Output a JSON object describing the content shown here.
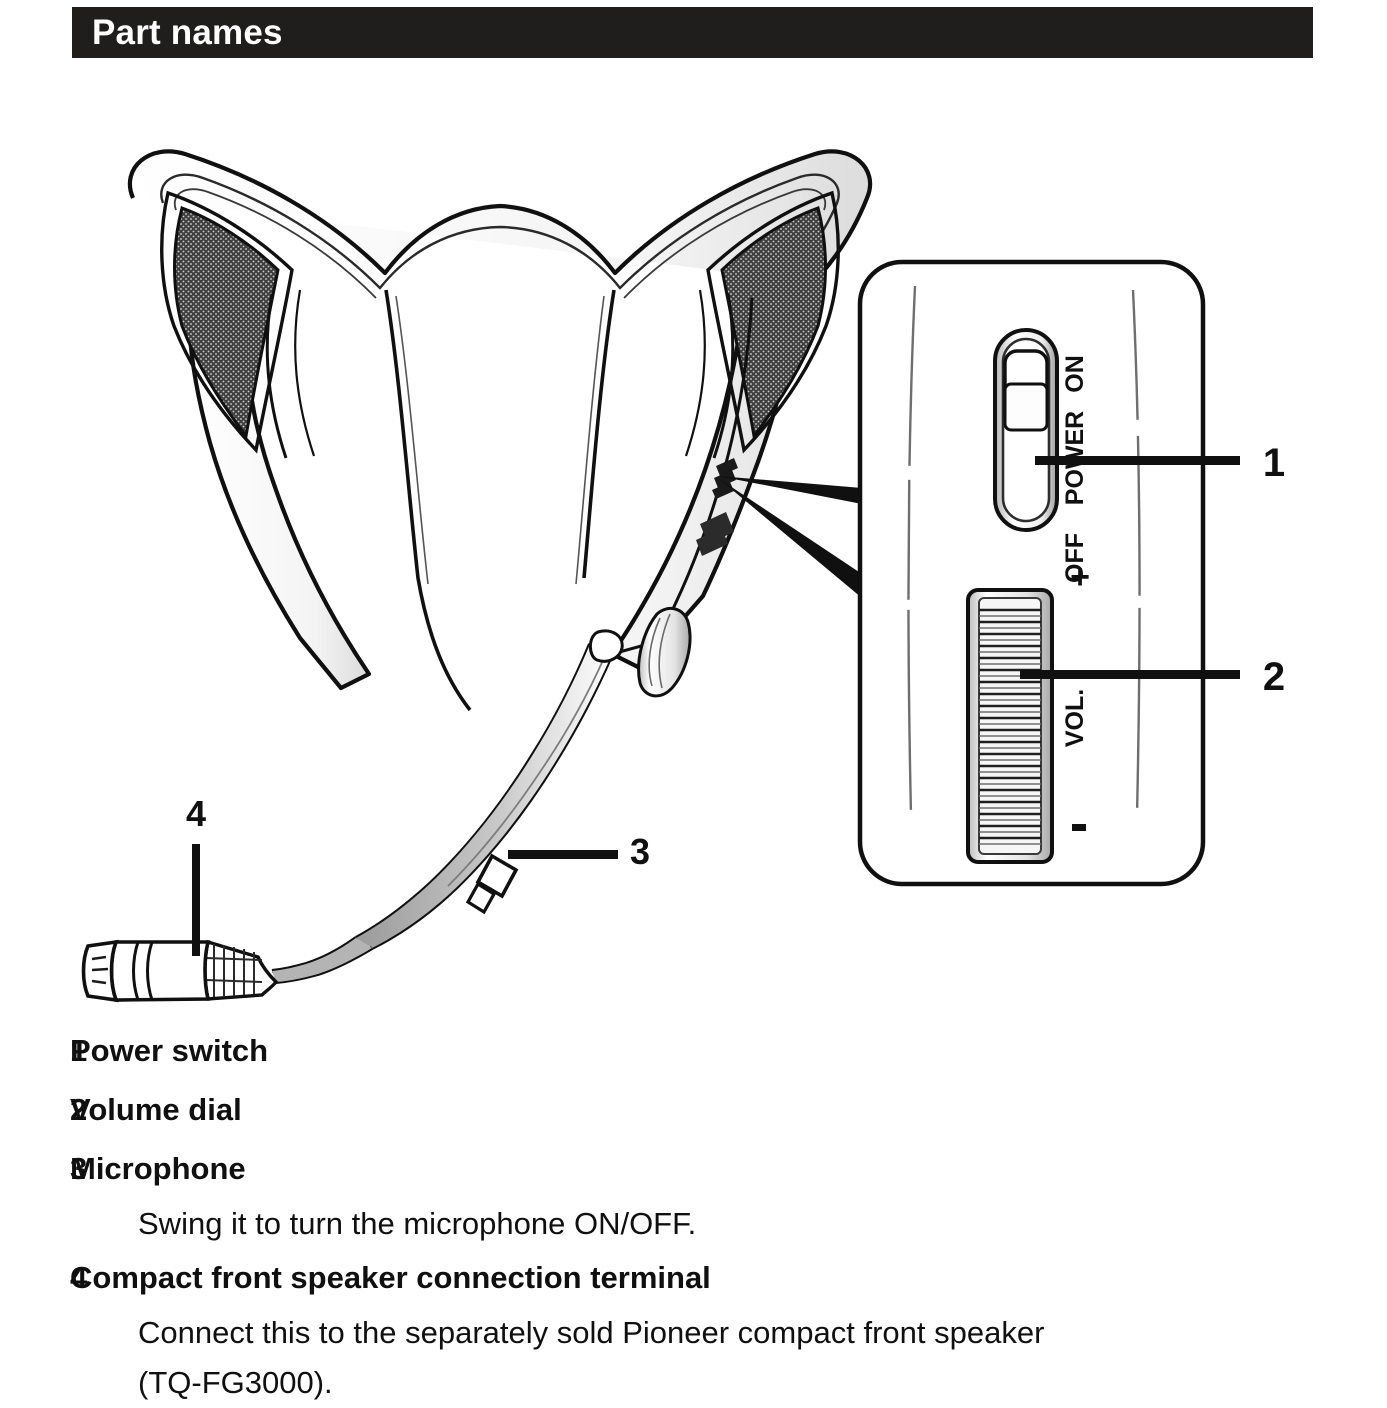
{
  "header": {
    "title": "Part names"
  },
  "diagram": {
    "callouts": [
      {
        "id": "1",
        "label": "1",
        "target": "power-switch"
      },
      {
        "id": "2",
        "label": "2",
        "target": "volume-dial"
      },
      {
        "id": "3",
        "label": "3",
        "target": "microphone"
      },
      {
        "id": "4",
        "label": "4",
        "target": "connector-terminal"
      }
    ],
    "detail_panel": {
      "power_label": "POWER",
      "on_label": "ON",
      "off_label": "OFF",
      "vol_label": "VOL.",
      "plus_label": "+",
      "minus_label": "-"
    }
  },
  "legend": {
    "items": [
      {
        "num": "1",
        "label": "Power switch",
        "description": ""
      },
      {
        "num": "2",
        "label": "Volume dial",
        "description": ""
      },
      {
        "num": "3",
        "label": "Microphone",
        "description": "Swing it to turn the microphone ON/OFF."
      },
      {
        "num": "4",
        "label": "Compact front speaker connection terminal",
        "description_line1": "Connect this to the separately sold Pioneer compact front speaker",
        "description_line2": "(TQ-FG3000)."
      }
    ]
  },
  "colors": {
    "header_bg": "#201d1d",
    "header_text": "#ffffff",
    "ink": "#101010",
    "mesh": "#3a3a3a",
    "shade": "#8c8c8c"
  }
}
